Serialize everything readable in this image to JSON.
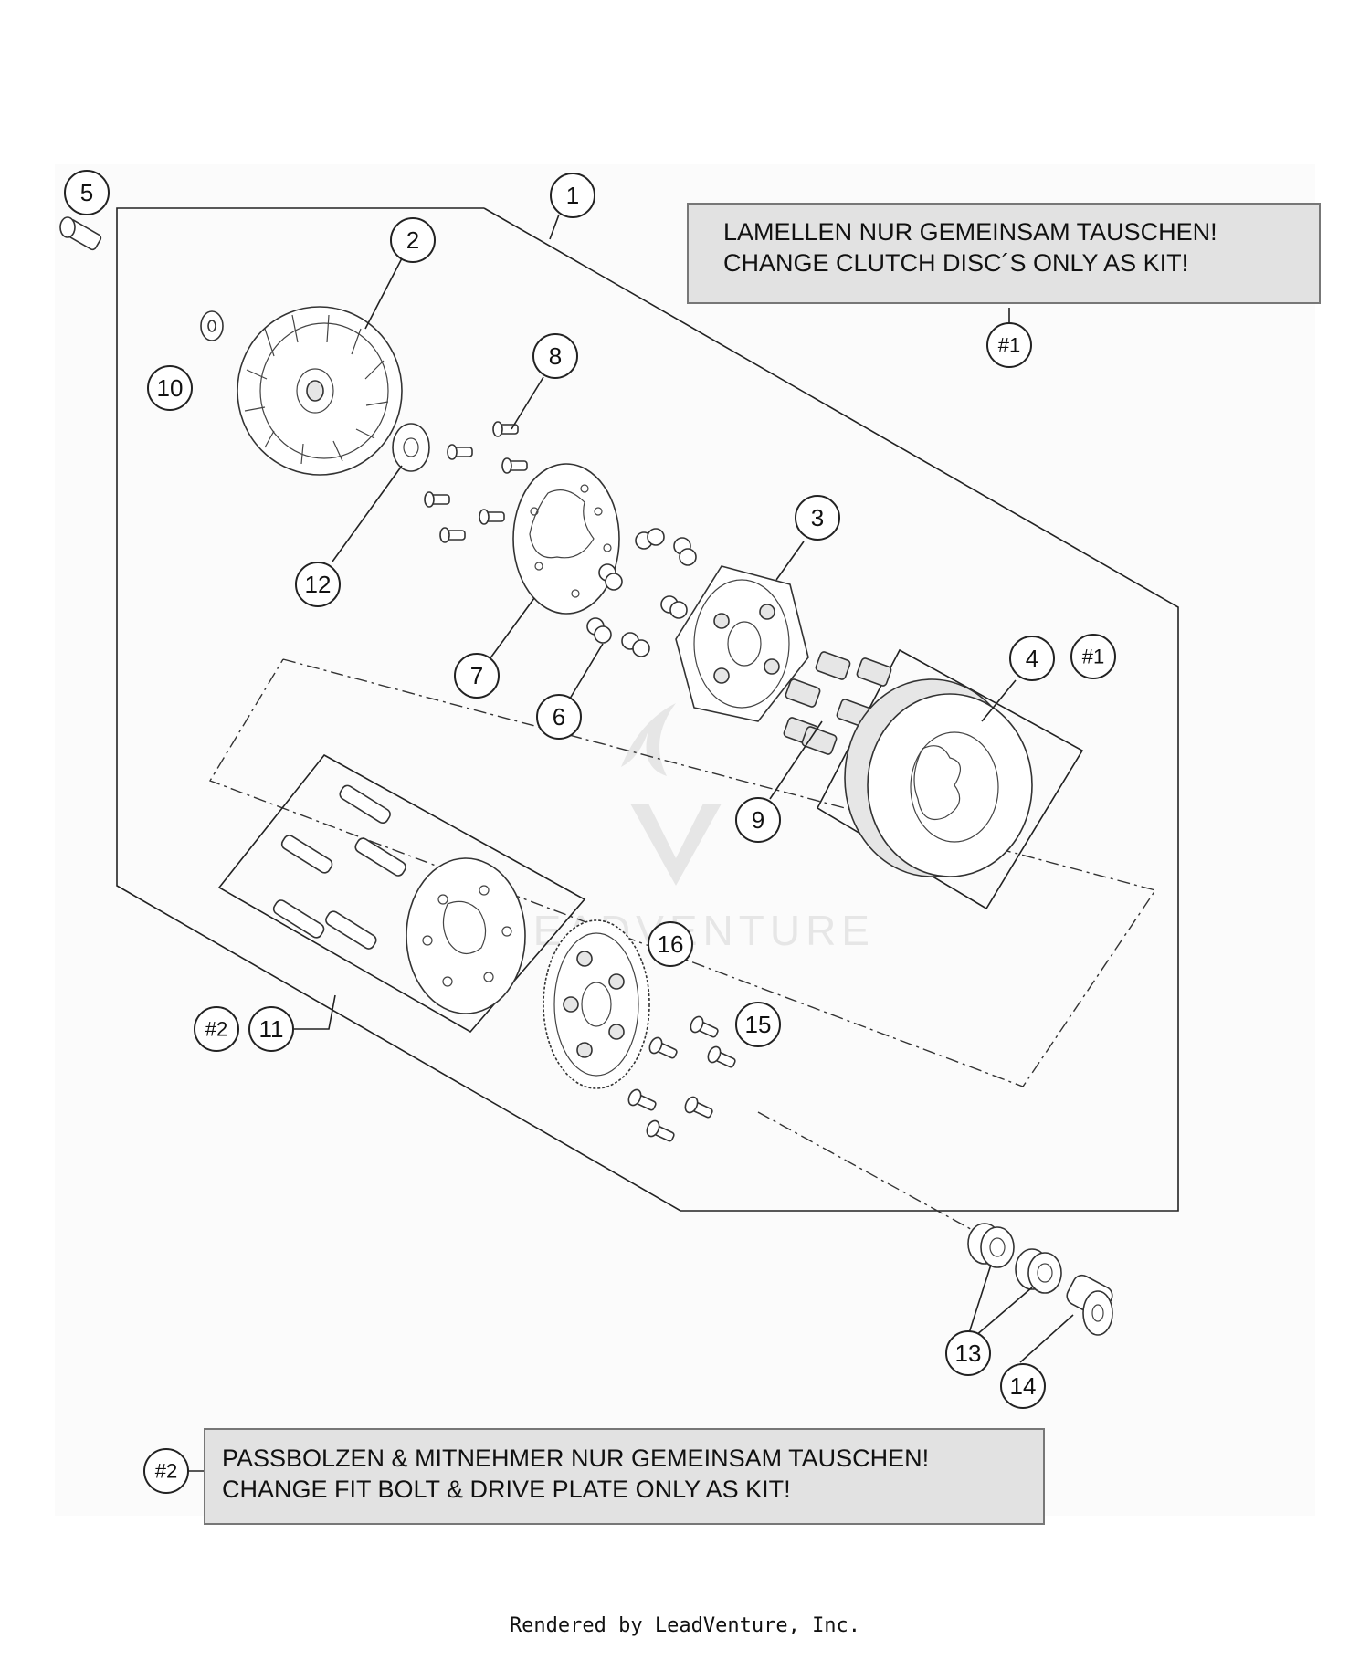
{
  "notes": {
    "kit1_de": "LAMELLEN NUR GEMEINSAM TAUSCHEN!",
    "kit1_en": "CHANGE CLUTCH DISC´S ONLY AS KIT!",
    "kit2_de": "PASSBOLZEN & MITNEHMER NUR GEMEINSAM TAUSCHEN!",
    "kit2_en": "CHANGE FIT BOLT & DRIVE PLATE ONLY AS KIT!"
  },
  "callouts": {
    "c1": "1",
    "c2": "2",
    "c3": "3",
    "c4": "4",
    "c5": "5",
    "c6": "6",
    "c7": "7",
    "c8": "8",
    "c9": "9",
    "c10": "10",
    "c11": "11",
    "c12": "12",
    "c13": "13",
    "c14": "14",
    "c15": "15",
    "c16": "16",
    "k1a": "#1",
    "k1b": "#1",
    "k2a": "#2",
    "k2b": "#2"
  },
  "watermark": "LEADVENTURE",
  "footer": "Rendered by LeadVenture, Inc."
}
